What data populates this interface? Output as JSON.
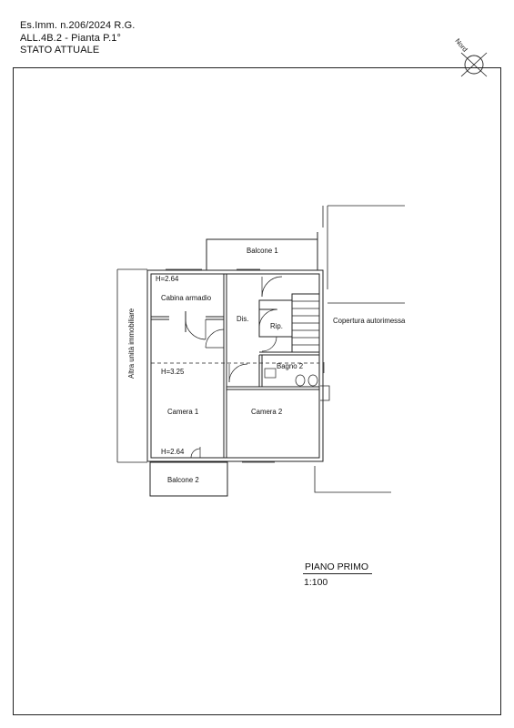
{
  "header": {
    "line1": "Es.Imm. n.206/2024 R.G.",
    "line2": "ALL.4B.2 - Pianta P.1°",
    "line3": "STATO ATTUALE"
  },
  "compass": {
    "label": "Nord"
  },
  "rooms": {
    "balcone1": "Balcone 1",
    "cabina": "Cabina armadio",
    "dis": "Dis.",
    "rip": "Rip.",
    "copertura": "Copertura autorimessa",
    "bagno2": "Bagno 2",
    "camera1": "Camera 1",
    "camera2": "Camera 2",
    "balcone2": "Balcone 2",
    "altra": "Altra unità immobiliare"
  },
  "heights": {
    "h_top": "H=2.64",
    "h_mid": "H=3.25",
    "h_bottom": "H=2.64"
  },
  "title_block": {
    "name": "PIANO PRIMO",
    "scale": "1:100"
  }
}
